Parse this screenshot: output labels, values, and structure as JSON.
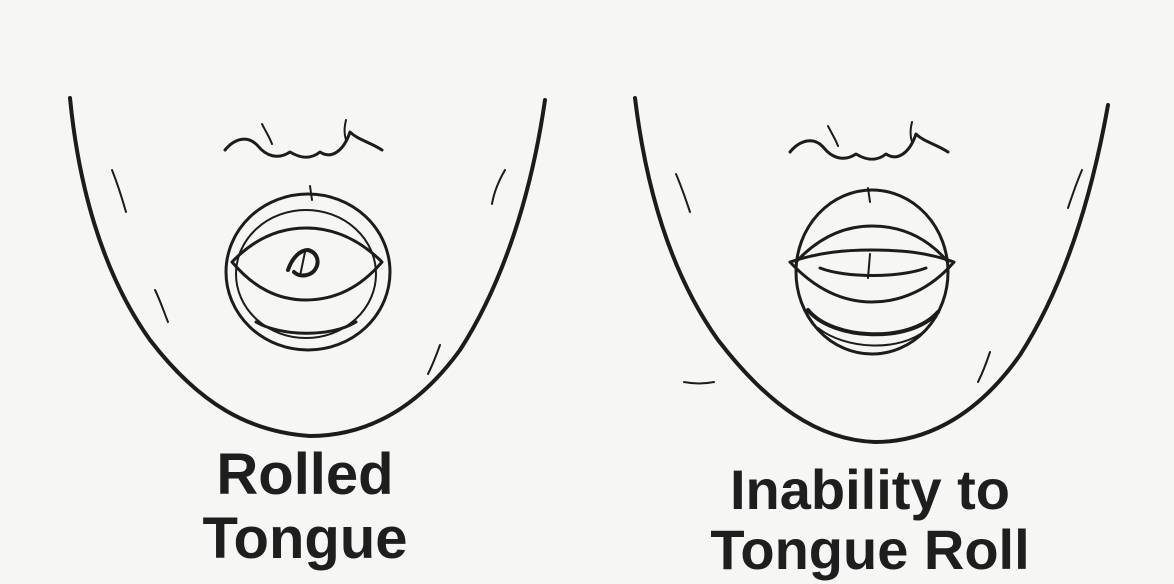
{
  "panels": [
    {
      "id": "rolled",
      "caption_line1": "Rolled",
      "caption_line2": "Tongue"
    },
    {
      "id": "unrolled",
      "caption_line1": "Inability to",
      "caption_line2": "Tongue Roll"
    }
  ],
  "colors": {
    "background": "#f6f6f4",
    "ink": "#1c1c1c"
  }
}
